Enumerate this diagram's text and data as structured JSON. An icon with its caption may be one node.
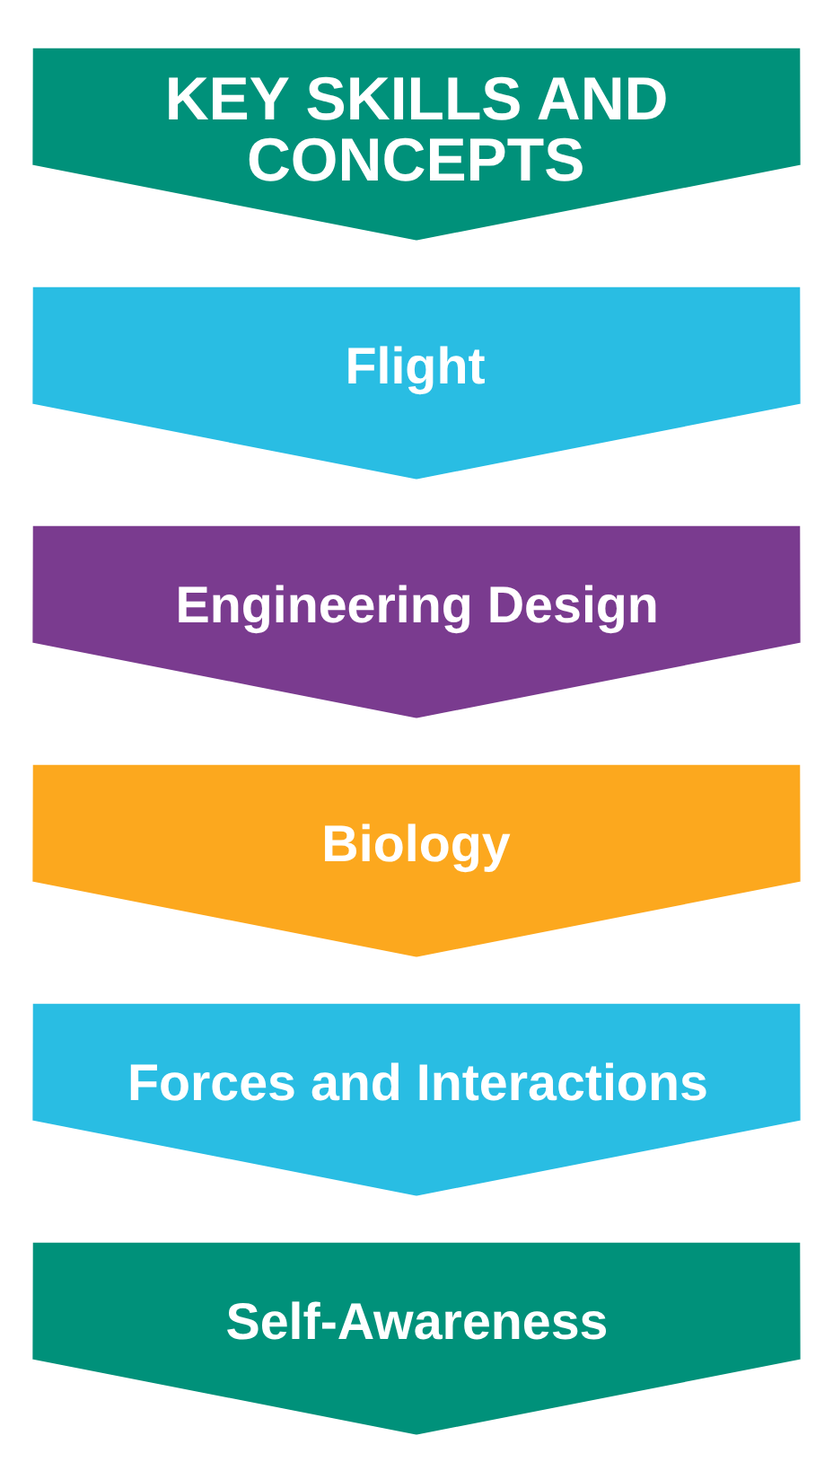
{
  "diagram": {
    "nodes": [
      {
        "text": [
          "KEY SKILLS AND CONCEPTS"
        ]
      },
      {
        "text": [
          "Flight"
        ]
      },
      {
        "text": [
          "Engineering Design"
        ]
      },
      {
        "text": [
          "Biology"
        ]
      },
      {
        "text": [
          "Forces and Interactions"
        ]
      },
      {
        "text": [
          "Self-Awareness"
        ]
      }
    ]
  }
}
